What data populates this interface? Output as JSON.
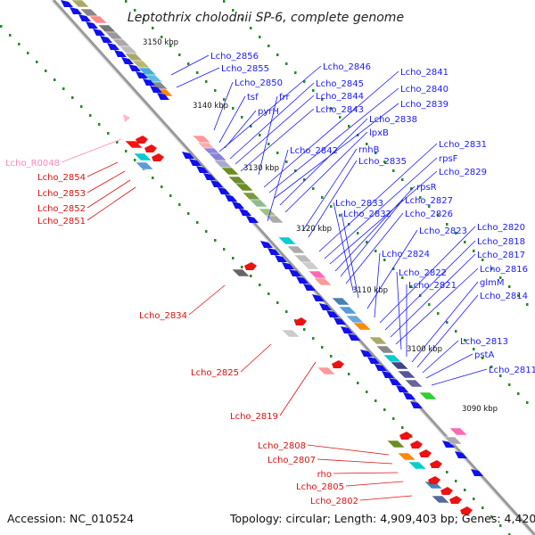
{
  "title": "Leptothrix cholodnii SP-6, complete genome",
  "footer": {
    "accession": "Accession: NC_010524",
    "summary": "Topology: circular; Length: 4,909,403 bp; Genes: 4,420"
  },
  "ticks": [
    "3150 kbp",
    "3140 kbp",
    "3130 kbp",
    "3120 kbp",
    "3110 kbp",
    "3100 kbp",
    "3090 kbp"
  ],
  "colors": {
    "forward_label": "#1a1aff",
    "reverse_label": "#dd1111",
    "rna_label": "#ff88bb",
    "forward_arrow": "#1010ee",
    "reverse_arrow": "#ee1111",
    "axis": "#888888"
  },
  "right_labels": [
    "Lcho_2856",
    "Lcho_2855",
    "Lcho_2850",
    "tsf",
    "frr",
    "pyrH",
    "Lcho_2846",
    "Lcho_2845",
    "Lcho_2844",
    "Lcho_2843",
    "Lcho_2841",
    "Lcho_2840",
    "Lcho_2839",
    "Lcho_2838",
    "lpxB",
    "Lcho_2842",
    "rnhB",
    "Lcho_2835",
    "Lcho_2831",
    "rpsF",
    "Lcho_2829",
    "rpsR",
    "Lcho_2827",
    "Lcho_2826",
    "Lcho_2833",
    "Lcho_2832",
    "Lcho_2823",
    "Lcho_2824",
    "Lcho_2820",
    "Lcho_2818",
    "Lcho_2817",
    "Lcho_2816",
    "Lcho_2822",
    "Lcho_2821",
    "glmM",
    "Lcho_2814",
    "Lcho_2813",
    "pstA",
    "Lcho_2811"
  ],
  "left_labels": [
    "Lcho_R0048",
    "Lcho_2854",
    "Lcho_2853",
    "Lcho_2852",
    "Lcho_2851",
    "Lcho_2834",
    "Lcho_2825",
    "Lcho_2819",
    "Lcho_2808",
    "Lcho_2807",
    "rho",
    "Lcho_2805",
    "Lcho_2802"
  ]
}
